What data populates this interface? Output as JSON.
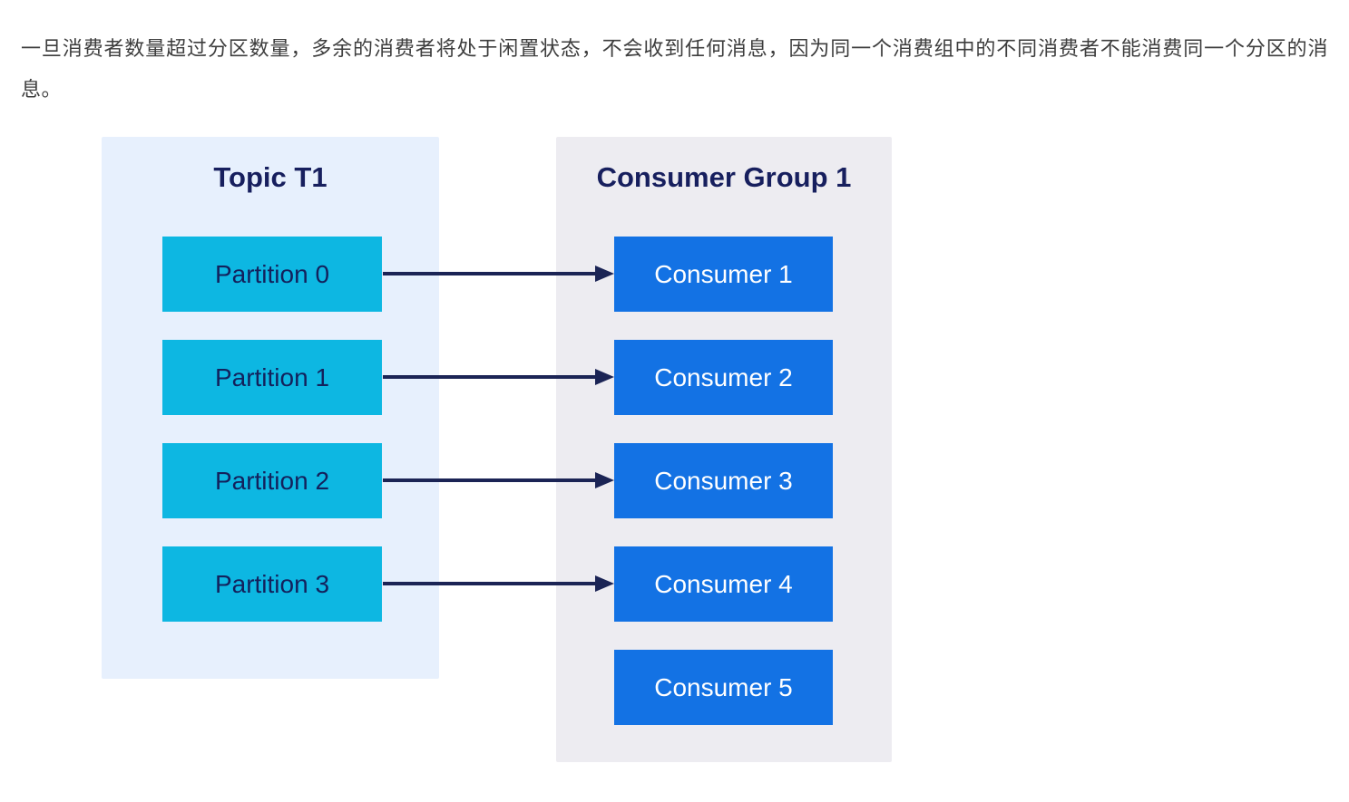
{
  "page": {
    "paragraph": "一旦消费者数量超过分区数量，多余的消费者将处于闲置状态，不会收到任何消息，因为同一个消费组中的不同消费者不能消费同一个分区的消息。"
  },
  "diagram": {
    "topic": {
      "title": "Topic T1",
      "partitions": [
        {
          "label": "Partition 0"
        },
        {
          "label": "Partition 1"
        },
        {
          "label": "Partition 2"
        },
        {
          "label": "Partition 3"
        }
      ]
    },
    "consumer_group": {
      "title": "Consumer Group 1",
      "consumers": [
        {
          "label": "Consumer 1"
        },
        {
          "label": "Consumer 2"
        },
        {
          "label": "Consumer 3"
        },
        {
          "label": "Consumer 4"
        },
        {
          "label": "Consumer 5"
        }
      ]
    },
    "connections": [
      {
        "from": "Partition 0",
        "to": "Consumer 1"
      },
      {
        "from": "Partition 1",
        "to": "Consumer 2"
      },
      {
        "from": "Partition 2",
        "to": "Consumer 3"
      },
      {
        "from": "Partition 3",
        "to": "Consumer 4"
      }
    ]
  },
  "colors": {
    "partition_box": "#0db7e2",
    "consumer_box": "#1372e4",
    "topic_panel_bg": "#e7f0fd",
    "group_panel_bg": "#edecf1",
    "title_text": "#171f5e",
    "partition_text": "#13215c",
    "consumer_text": "#ffffff",
    "arrow": "#1b2455",
    "paragraph_text": "#3d3d3d",
    "page_bg": "#ffffff"
  }
}
